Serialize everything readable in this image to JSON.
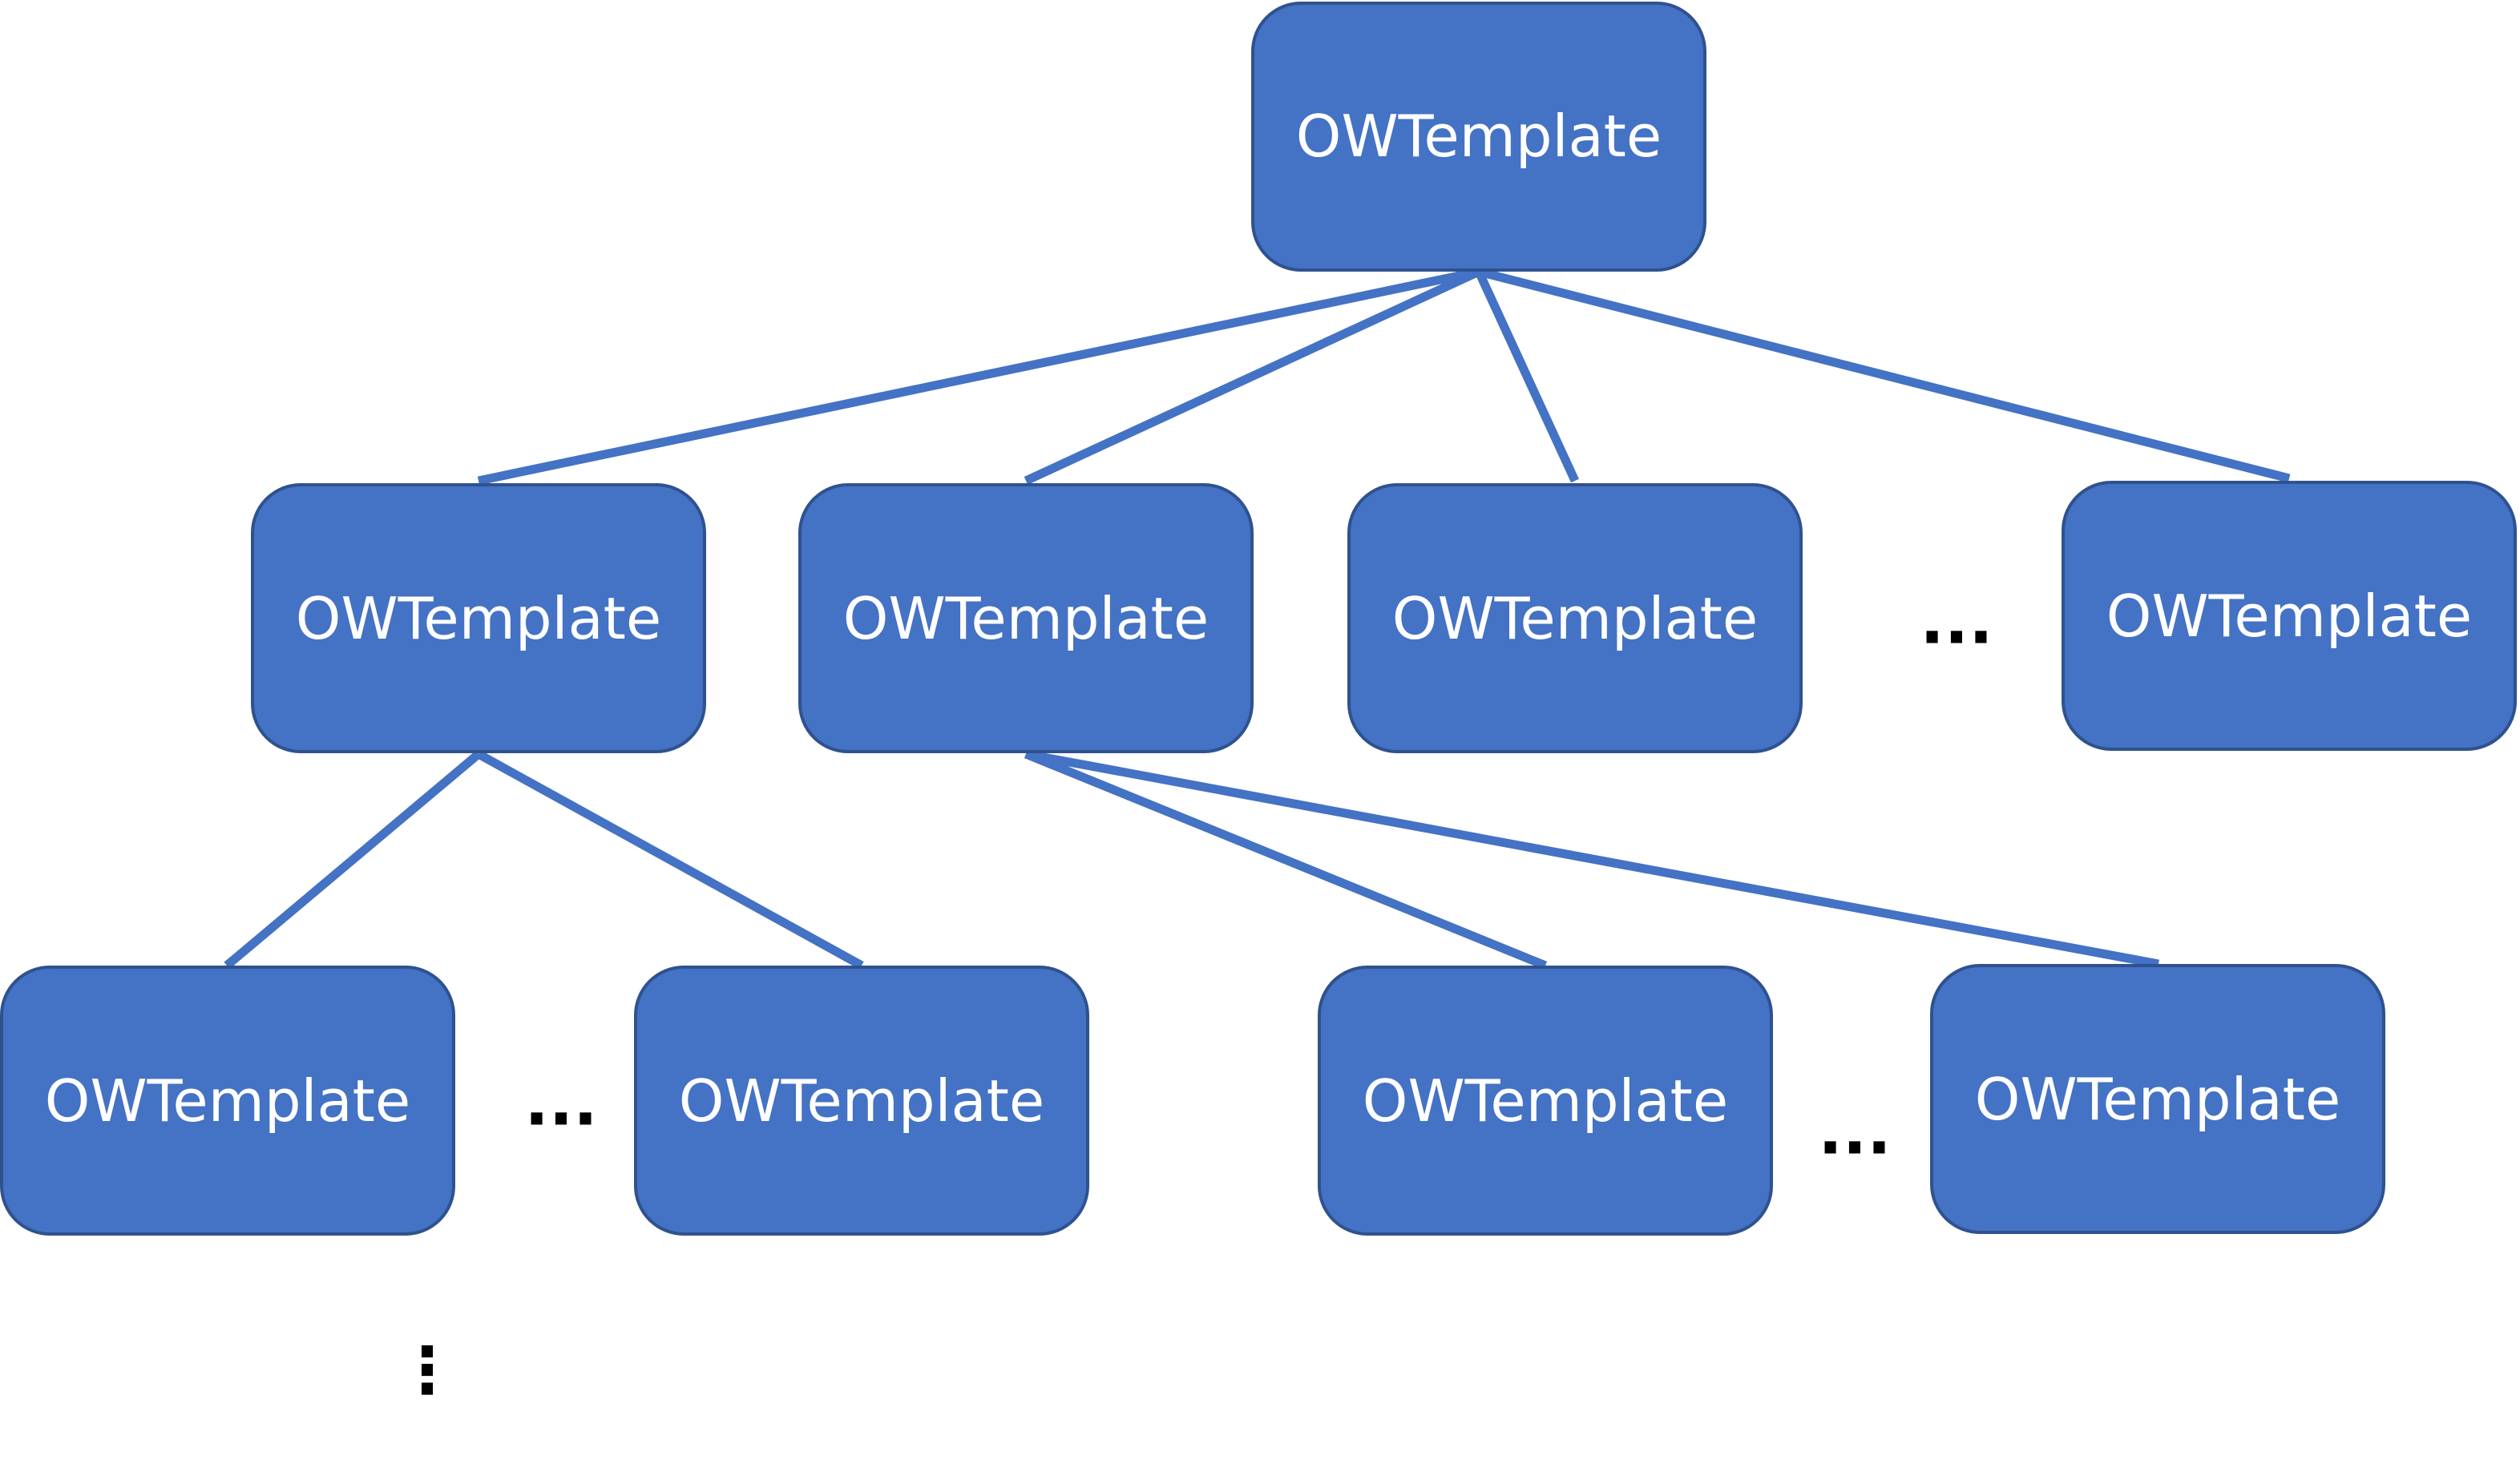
{
  "nodes": [
    {
      "id": "root",
      "label": "OWTemplate"
    },
    {
      "id": "child-1",
      "label": "OWTemplate"
    },
    {
      "id": "child-2",
      "label": "OWTemplate"
    },
    {
      "id": "child-3",
      "label": "OWTemplate"
    },
    {
      "id": "child-4",
      "label": "OWTemplate"
    },
    {
      "id": "grandchild-1-1",
      "label": "OWTemplate"
    },
    {
      "id": "grandchild-1-2",
      "label": "OWTemplate"
    },
    {
      "id": "grandchild-2-1",
      "label": "OWTemplate"
    },
    {
      "id": "grandchild-2-2",
      "label": "OWTemplate"
    }
  ],
  "edges": [
    {
      "from": "root",
      "to": "child-1"
    },
    {
      "from": "root",
      "to": "child-2"
    },
    {
      "from": "root",
      "to": "child-3"
    },
    {
      "from": "root",
      "to": "child-4"
    },
    {
      "from": "child-1",
      "to": "grandchild-1-1"
    },
    {
      "from": "child-1",
      "to": "grandchild-1-2"
    },
    {
      "from": "child-2",
      "to": "grandchild-2-1"
    },
    {
      "from": "child-2",
      "to": "grandchild-2-2"
    }
  ],
  "ellipses": {
    "level1": "...",
    "level2_left": "...",
    "level2_right": "...",
    "vertical": "⋮"
  },
  "colors": {
    "node_fill": "#4472C4",
    "node_border": "#2F528F",
    "edge": "#4472C4",
    "node_text": "#FFFFFF",
    "ellipsis_text": "#000000"
  }
}
